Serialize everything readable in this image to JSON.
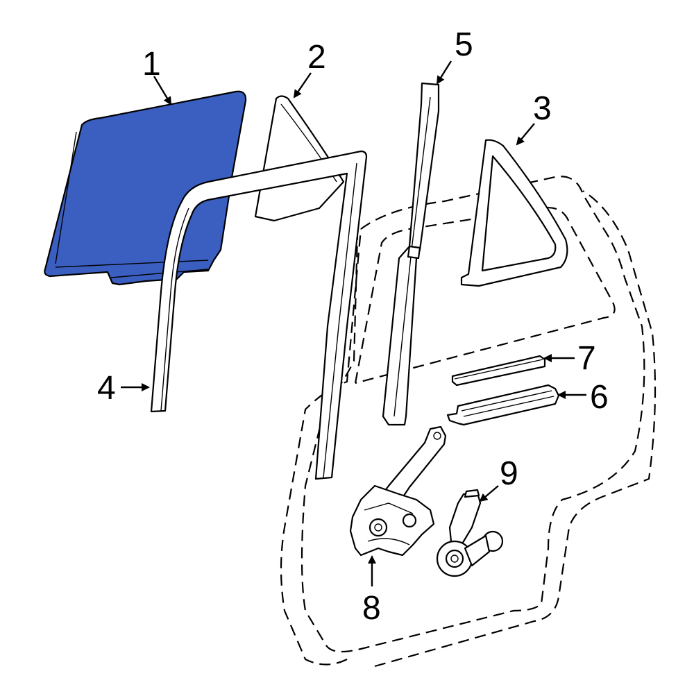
{
  "colors": {
    "highlight": "#3b5fc0",
    "line": "#000000",
    "background": "#ffffff"
  },
  "callouts": [
    {
      "id": "1",
      "label": "1"
    },
    {
      "id": "2",
      "label": "2"
    },
    {
      "id": "3",
      "label": "3"
    },
    {
      "id": "4",
      "label": "4"
    },
    {
      "id": "5",
      "label": "5"
    },
    {
      "id": "6",
      "label": "6"
    },
    {
      "id": "7",
      "label": "7"
    },
    {
      "id": "8",
      "label": "8"
    },
    {
      "id": "9",
      "label": "9"
    }
  ]
}
